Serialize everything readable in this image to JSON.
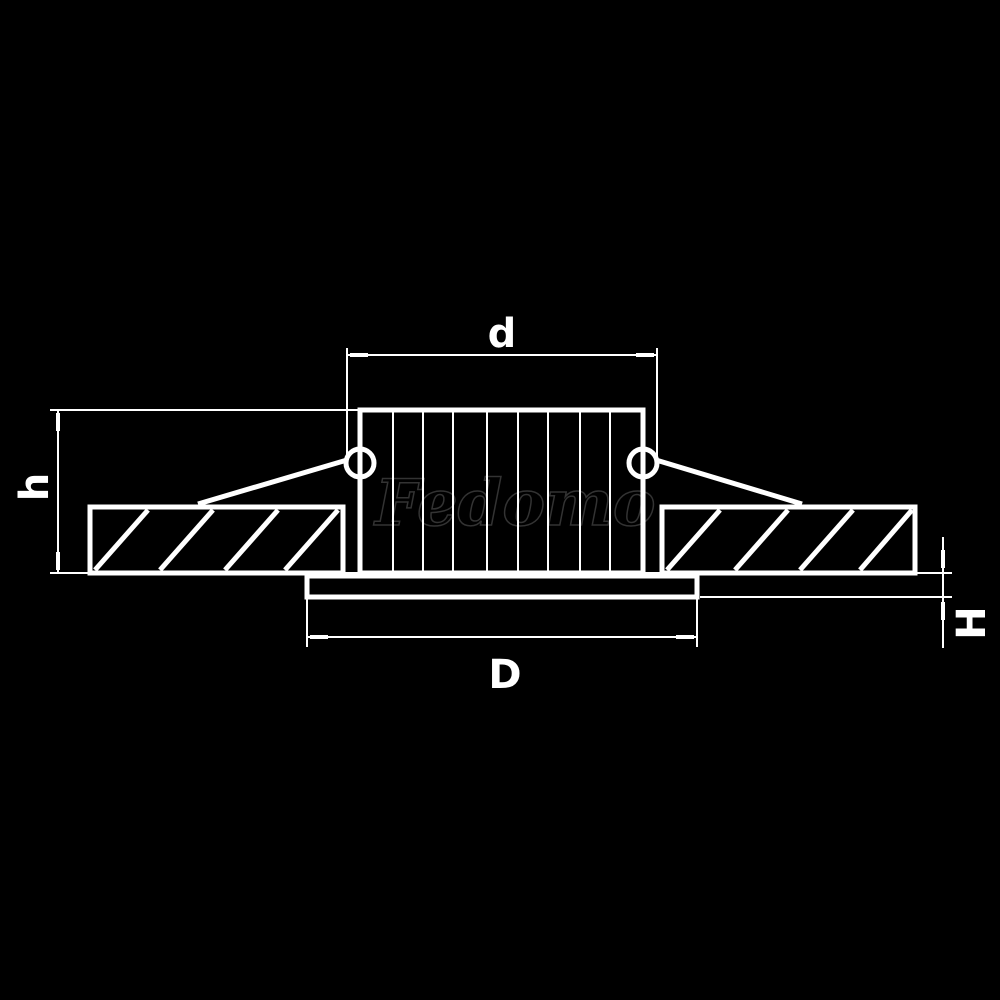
{
  "labels": {
    "d": "d",
    "D": "D",
    "h": "h",
    "H": "H"
  },
  "watermark": "Fedomo",
  "colors": {
    "background": "#000000",
    "line": "#ffffff",
    "watermark": "#333333"
  }
}
